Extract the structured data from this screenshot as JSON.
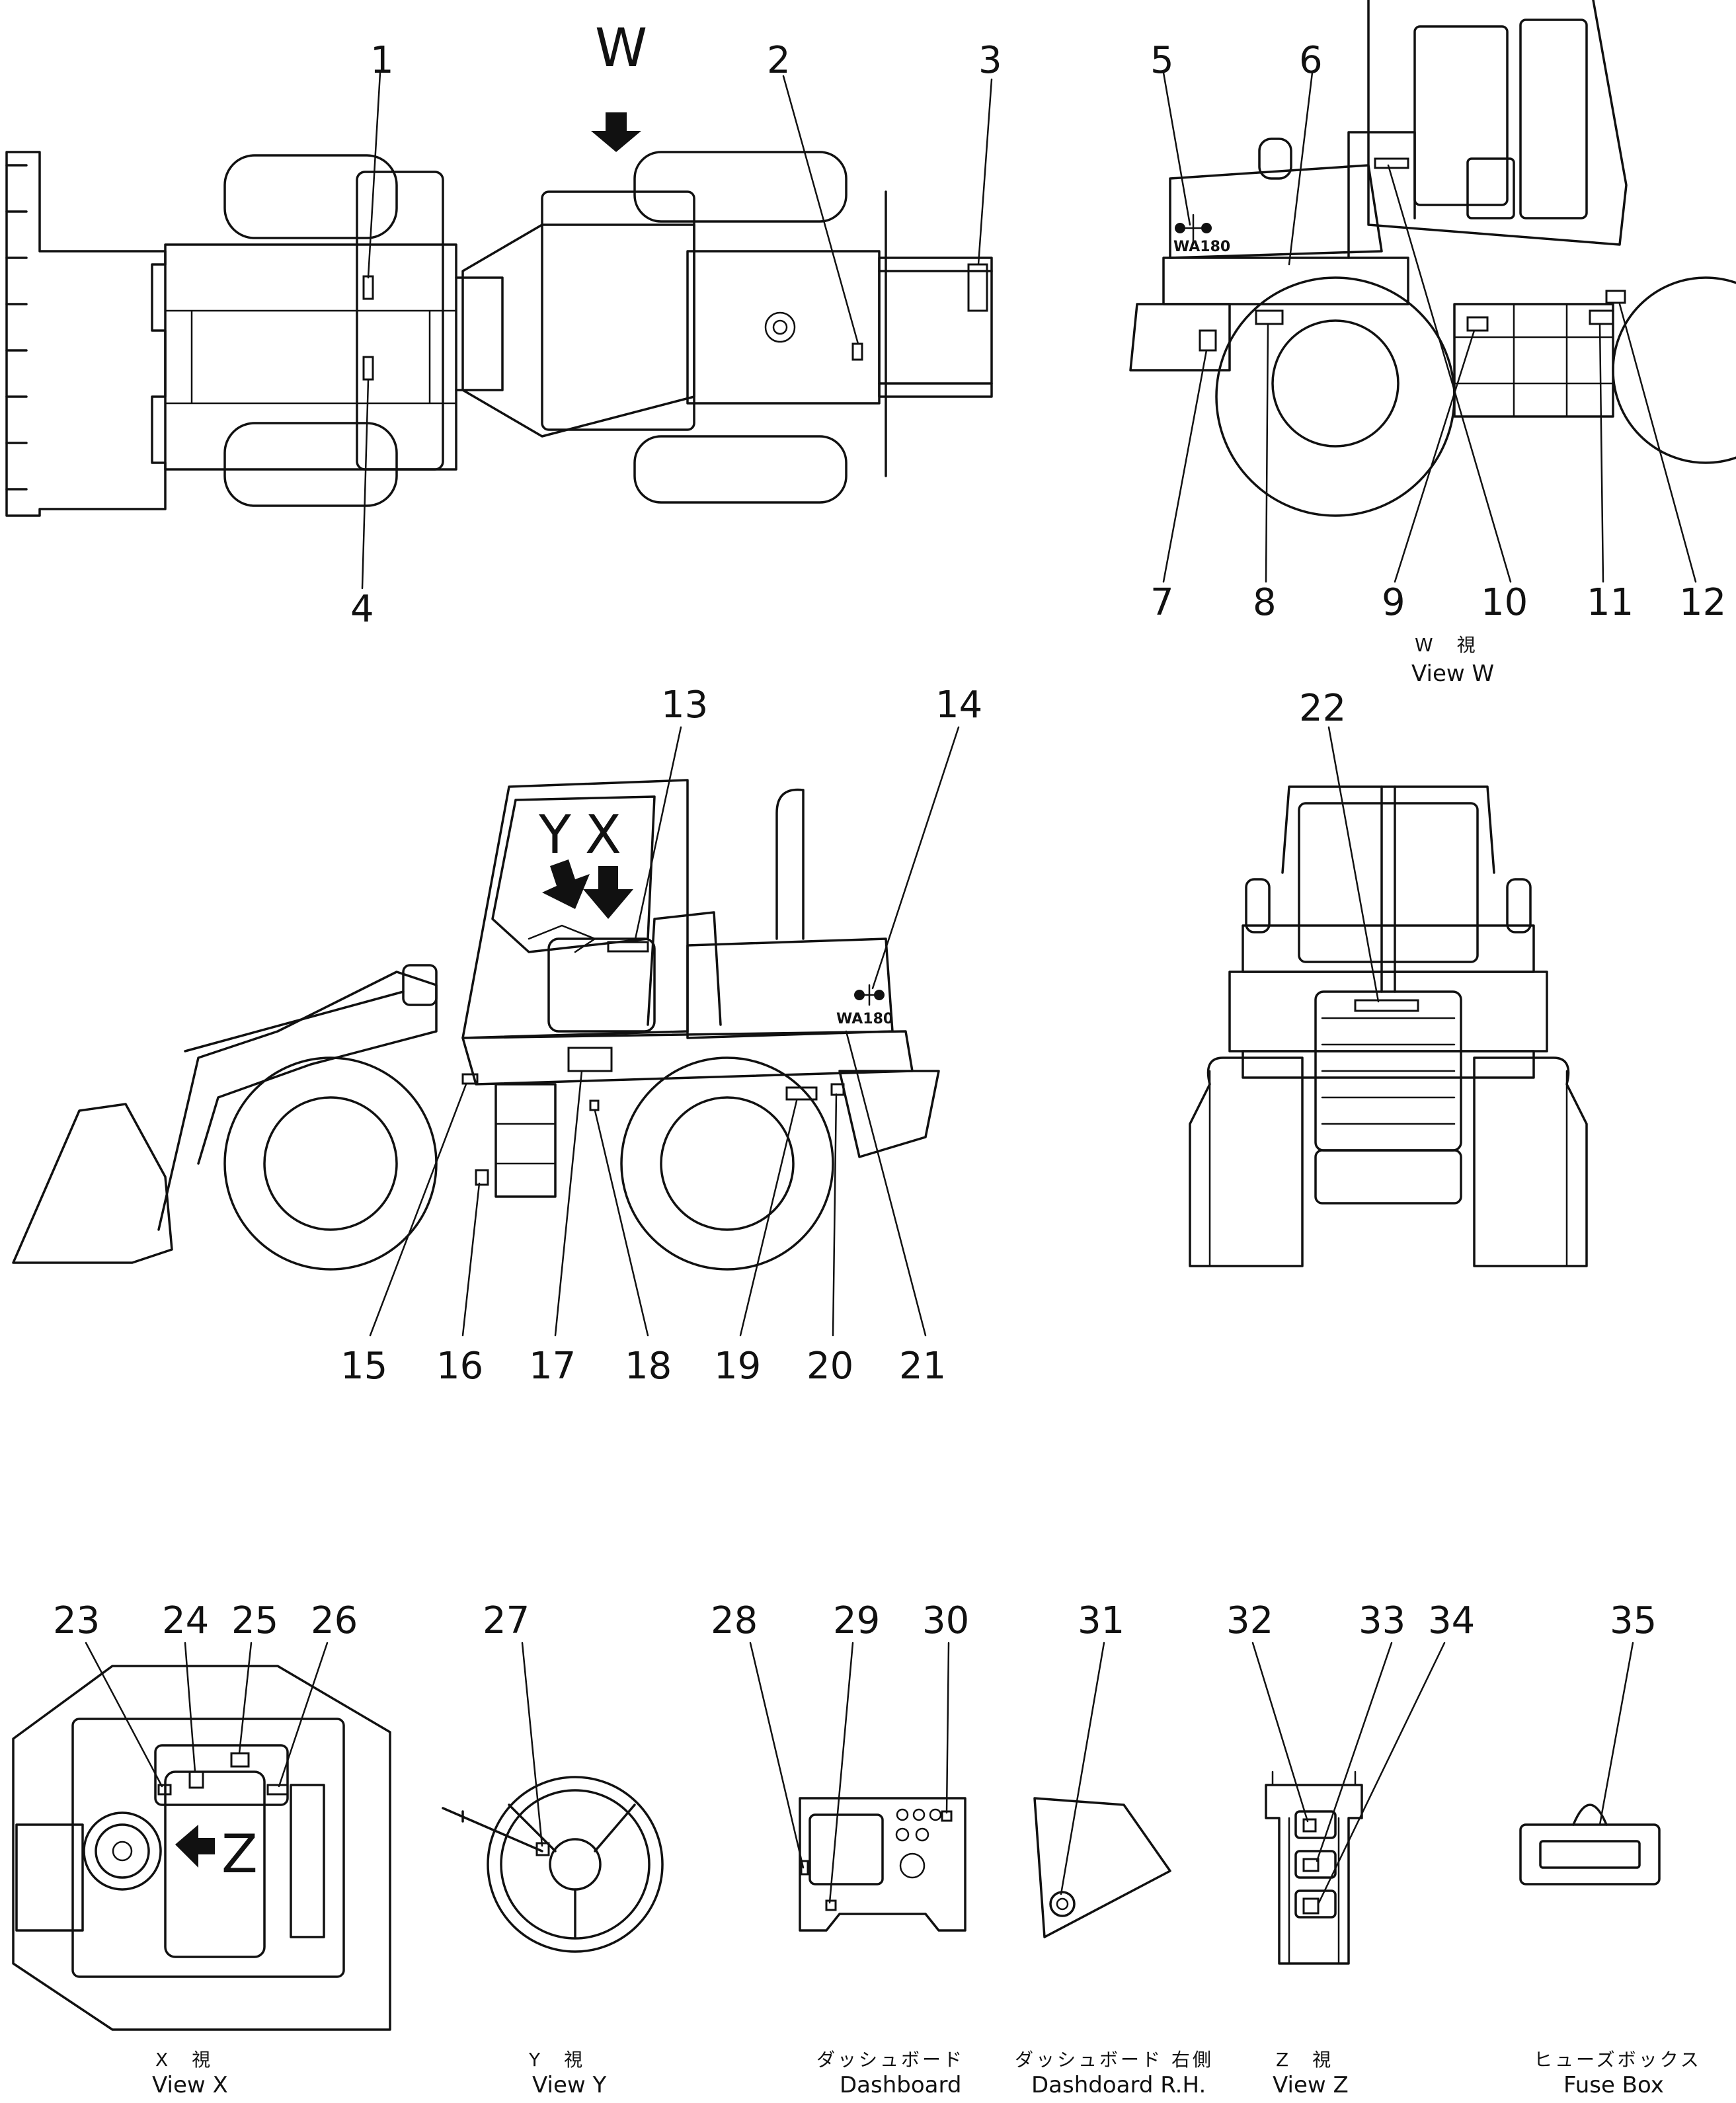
{
  "diagram": {
    "callouts": [
      "1",
      "2",
      "3",
      "4",
      "5",
      "6",
      "7",
      "8",
      "9",
      "10",
      "11",
      "12",
      "13",
      "14",
      "15",
      "16",
      "17",
      "18",
      "19",
      "20",
      "21",
      "22",
      "23",
      "24",
      "25",
      "26",
      "27",
      "28",
      "29",
      "30",
      "31",
      "32",
      "33",
      "34",
      "35"
    ],
    "view_letters": {
      "w": "W",
      "y": "Y",
      "x": "X",
      "z": "Z"
    },
    "model_badge": "WA180",
    "captions": {
      "view_w": {
        "jp": "W　視",
        "en": "View  W"
      },
      "view_x": {
        "jp": "X　視",
        "en": "View  X"
      },
      "view_y": {
        "jp": "Y　視",
        "en": "View  Y"
      },
      "dashboard": {
        "jp": "ダッシュボード",
        "en": "Dashboard"
      },
      "dashboard_rh": {
        "jp": "ダッシュボード 右側",
        "en": "Dashdoard  R.H."
      },
      "view_z": {
        "jp": "Z　視",
        "en": "View  Z"
      },
      "fuse_box": {
        "jp": "ヒューズボックス",
        "en": "Fuse  Box"
      }
    }
  }
}
